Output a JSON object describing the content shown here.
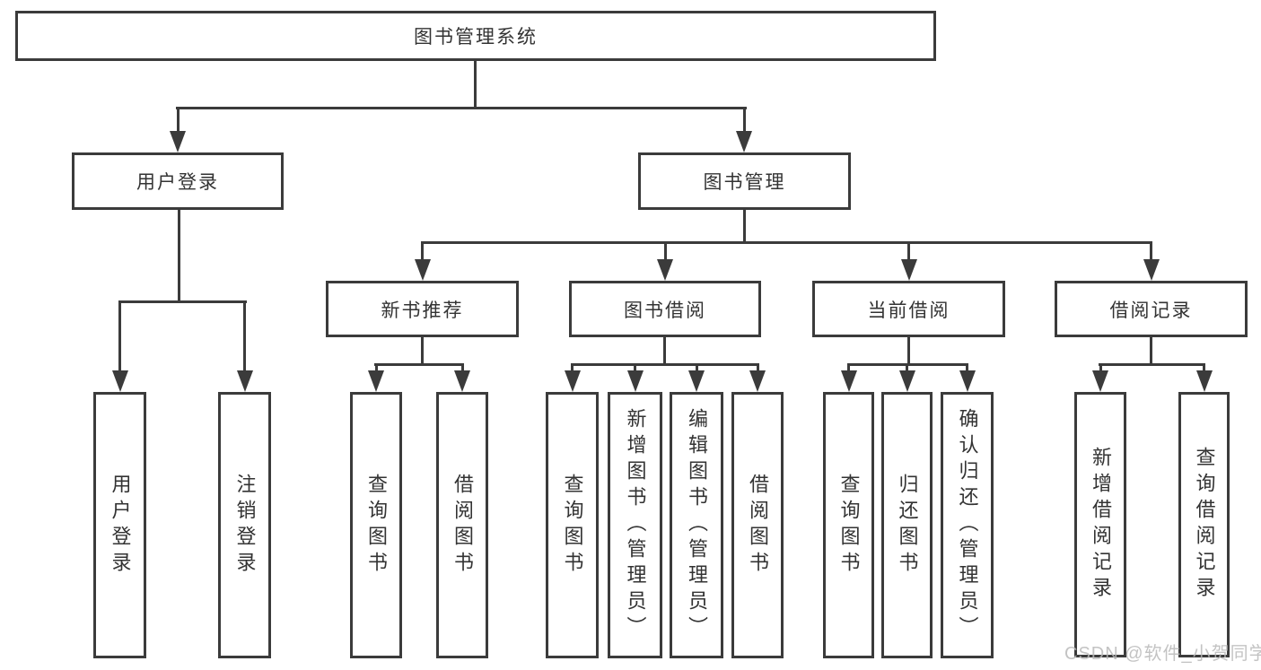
{
  "tree": {
    "root": {
      "label": "图书管理系统"
    },
    "branches": [
      {
        "label": "用户登录",
        "children": [
          {
            "label": "用户登录"
          },
          {
            "label": "注销登录"
          }
        ]
      },
      {
        "label": "图书管理",
        "children": [
          {
            "label": "新书推荐",
            "children": [
              {
                "label": "查询图书"
              },
              {
                "label": "借阅图书"
              }
            ]
          },
          {
            "label": "图书借阅",
            "children": [
              {
                "label": "查询图书"
              },
              {
                "label": "新增图书（管理员）"
              },
              {
                "label": "编辑图书（管理员）"
              },
              {
                "label": "借阅图书"
              }
            ]
          },
          {
            "label": "当前借阅",
            "children": [
              {
                "label": "查询图书"
              },
              {
                "label": "归还图书"
              },
              {
                "label": "确认归还（管理员）"
              }
            ]
          },
          {
            "label": "借阅记录",
            "children": [
              {
                "label": "新增借阅记录"
              },
              {
                "label": "查询借阅记录"
              }
            ]
          }
        ]
      }
    ]
  },
  "watermark": {
    "text": "CSDN @软件_小贺同学"
  },
  "colors": {
    "line": "#3b3b3b",
    "text": "#333333",
    "box-bg": "#ffffff",
    "bg": "#ffffff",
    "watermark": "#b9b9b9"
  }
}
